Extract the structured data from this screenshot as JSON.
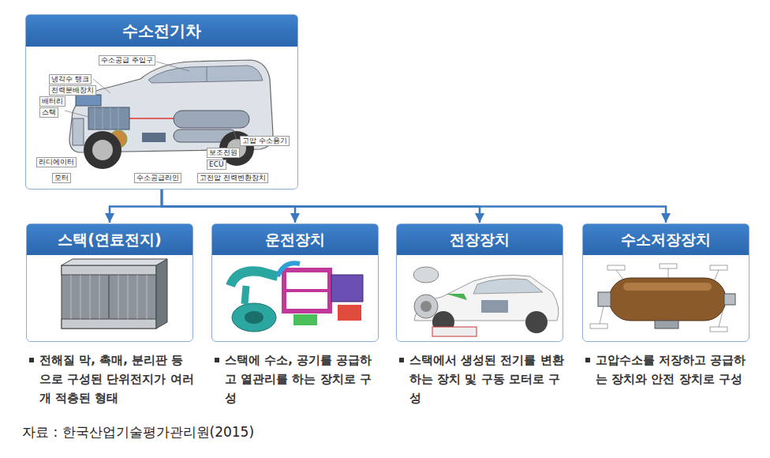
{
  "diagram": {
    "caption": "자료 : 한국산업기술평가관리원(2015)",
    "nodes": [
      {
        "text": [
          "수소전기차"
        ]
      },
      {
        "text": [
          "스택(연료전지)",
          "전해질 막, 촉매, 분리판 등으로 구성된 단위전지가 여러 개 적층된 형태"
        ]
      },
      {
        "text": [
          "운전장치",
          "스택에 수소, 공기를 공급하고 열관리를 하는 장치로 구성"
        ]
      },
      {
        "text": [
          "전장장치",
          "스택에서 생성된 전기를 변환하는 장치 및 구동 모터로 구성"
        ]
      },
      {
        "text": [
          "수소저장장치",
          "고압수소를 저장하고 공급하는 장치와 안전 장치로 구성"
        ]
      }
    ],
    "edges": [
      {
        "from": 0,
        "to": 1,
        "arrow": "to"
      },
      {
        "from": 0,
        "to": 2,
        "arrow": "to"
      },
      {
        "from": 0,
        "to": 3,
        "arrow": "to"
      },
      {
        "from": 0,
        "to": 4,
        "arrow": "to"
      }
    ],
    "labels": [
      "수소공급 주입구",
      "냉각수 탱크",
      "전력분배장치",
      "배터리",
      "스택",
      "라디에이터",
      "모터",
      "수소공급라인",
      "보조전원",
      "ECU",
      "고압 수소용기",
      "고전압 전력변환장치"
    ]
  }
}
